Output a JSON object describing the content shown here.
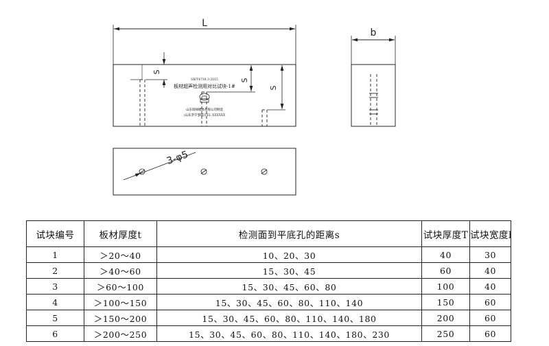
{
  "drawing": {
    "length_label": "L",
    "width_label": "b",
    "depth_label_left": "S",
    "depth_label_mid": "S",
    "depth_label_right": "S",
    "hole_label": "3-φ5",
    "plate_code": "SB/T4730.3-2015",
    "plate_name": "板材超声检测用对比试块-1#",
    "plate_company": "山东瑞祥模具有限公司制造",
    "plate_contact": "(山东济宁邹城)TEL XXXXXX"
  },
  "table": {
    "headers": [
      "试块编号",
      "板材厚度t",
      "检测面到平底孔的距离s",
      "试块厚度T",
      "试块宽度b"
    ],
    "rows": [
      [
        "1",
        "＞20～40",
        "10、20、30",
        "40",
        "30"
      ],
      [
        "2",
        "＞40～60",
        "15、30、45",
        "60",
        "40"
      ],
      [
        "3",
        "＞60～100",
        "15、30、45、60、80",
        "100",
        "40"
      ],
      [
        "4",
        "＞100～150",
        "15、30、45、60、80、110、140",
        "150",
        "60"
      ],
      [
        "5",
        "＞150～200",
        "15、30、45、60、80、110、140、180",
        "200",
        "60"
      ],
      [
        "6",
        "＞200～250",
        "15、30、45、60、80、110、140、180、230",
        "250",
        "60"
      ]
    ]
  }
}
